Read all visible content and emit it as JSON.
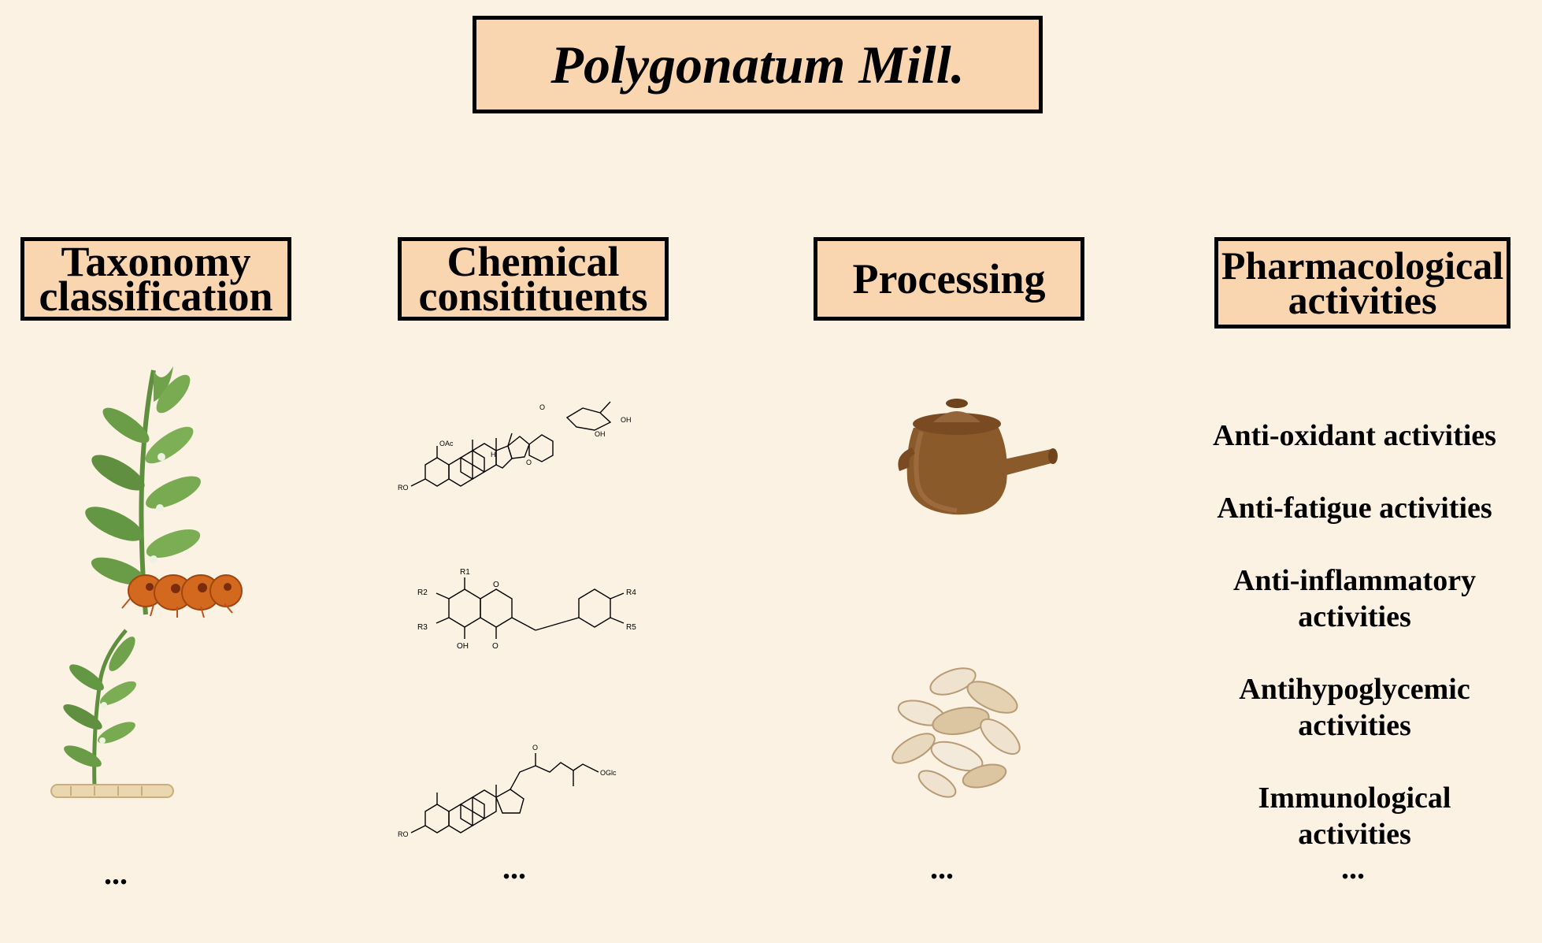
{
  "title": "Polygonatum Mill.",
  "categories": [
    {
      "line1": "Taxonomy",
      "line2": "classification"
    },
    {
      "line1": "Chemical",
      "line2": "consitituents"
    },
    {
      "line1": "Processing"
    },
    {
      "line1": "Pharmacological",
      "line2": "activities"
    }
  ],
  "activities": [
    {
      "line1": "Anti-oxidant activities"
    },
    {
      "line1": "Anti-fatigue activities"
    },
    {
      "line1": "Anti-inflammatory",
      "line2": "activities"
    },
    {
      "line1": "Antihypoglycemic",
      "line2": "activities"
    },
    {
      "line1": "Immunological",
      "line2": "activities"
    }
  ],
  "ellipsis": "...",
  "structure_labels": {
    "s1": {
      "oac": "OAc",
      "ro": "RO",
      "h": "H",
      "o1": "O",
      "o2": "O",
      "oh1": "OH",
      "oh2": "OH"
    },
    "s2": {
      "r1": "R1",
      "r2": "R2",
      "r3": "R3",
      "r4": "R4",
      "r5": "R5",
      "o": "O",
      "oh": "OH",
      "keto": "O"
    },
    "s3": {
      "o": "O",
      "oglc": "OGlc",
      "ro": "RO"
    }
  },
  "colors": {
    "background": "#fcf2e3",
    "box_fill": "#f9d6b0",
    "border": "#000000"
  },
  "icons": {
    "plant_1": "polygonatum-plant-with-rhizome-icon",
    "plant_2": "small-plant-with-root-icon",
    "teapot": "clay-pot-icon",
    "slices": "dried-rhizome-slices-icon"
  }
}
